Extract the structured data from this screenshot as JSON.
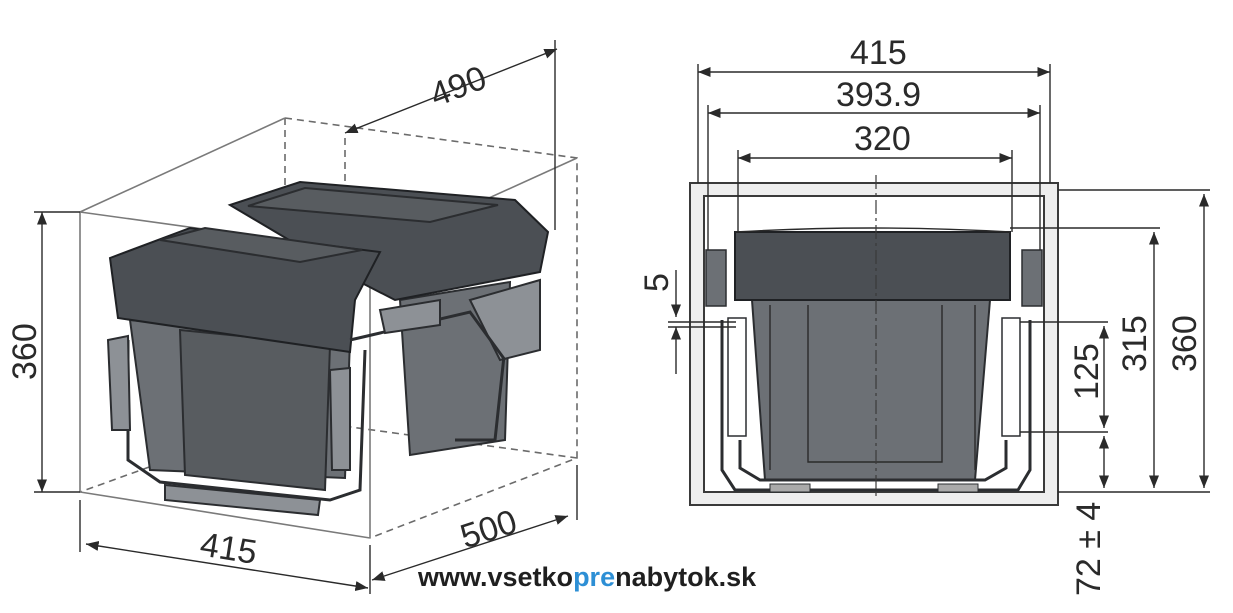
{
  "dimensions": {
    "iso_depth_top": "490",
    "iso_height": "360",
    "iso_width": "415",
    "iso_depth_bottom": "500",
    "front_outer_width": "415",
    "front_inner_width": "393.9",
    "front_bin_width": "320",
    "front_offset": "5",
    "front_rail_height": "125",
    "front_bin_height": "315",
    "front_total_height": "360",
    "front_bottom_clearance": "72 ± 4"
  },
  "footer": {
    "prefix": "www.vsetko",
    "accent": "pre",
    "suffix": "nabytok.sk"
  },
  "colors": {
    "bin": "#585c60",
    "lid": "#4b4f54",
    "accent": "#2d8fd5"
  }
}
